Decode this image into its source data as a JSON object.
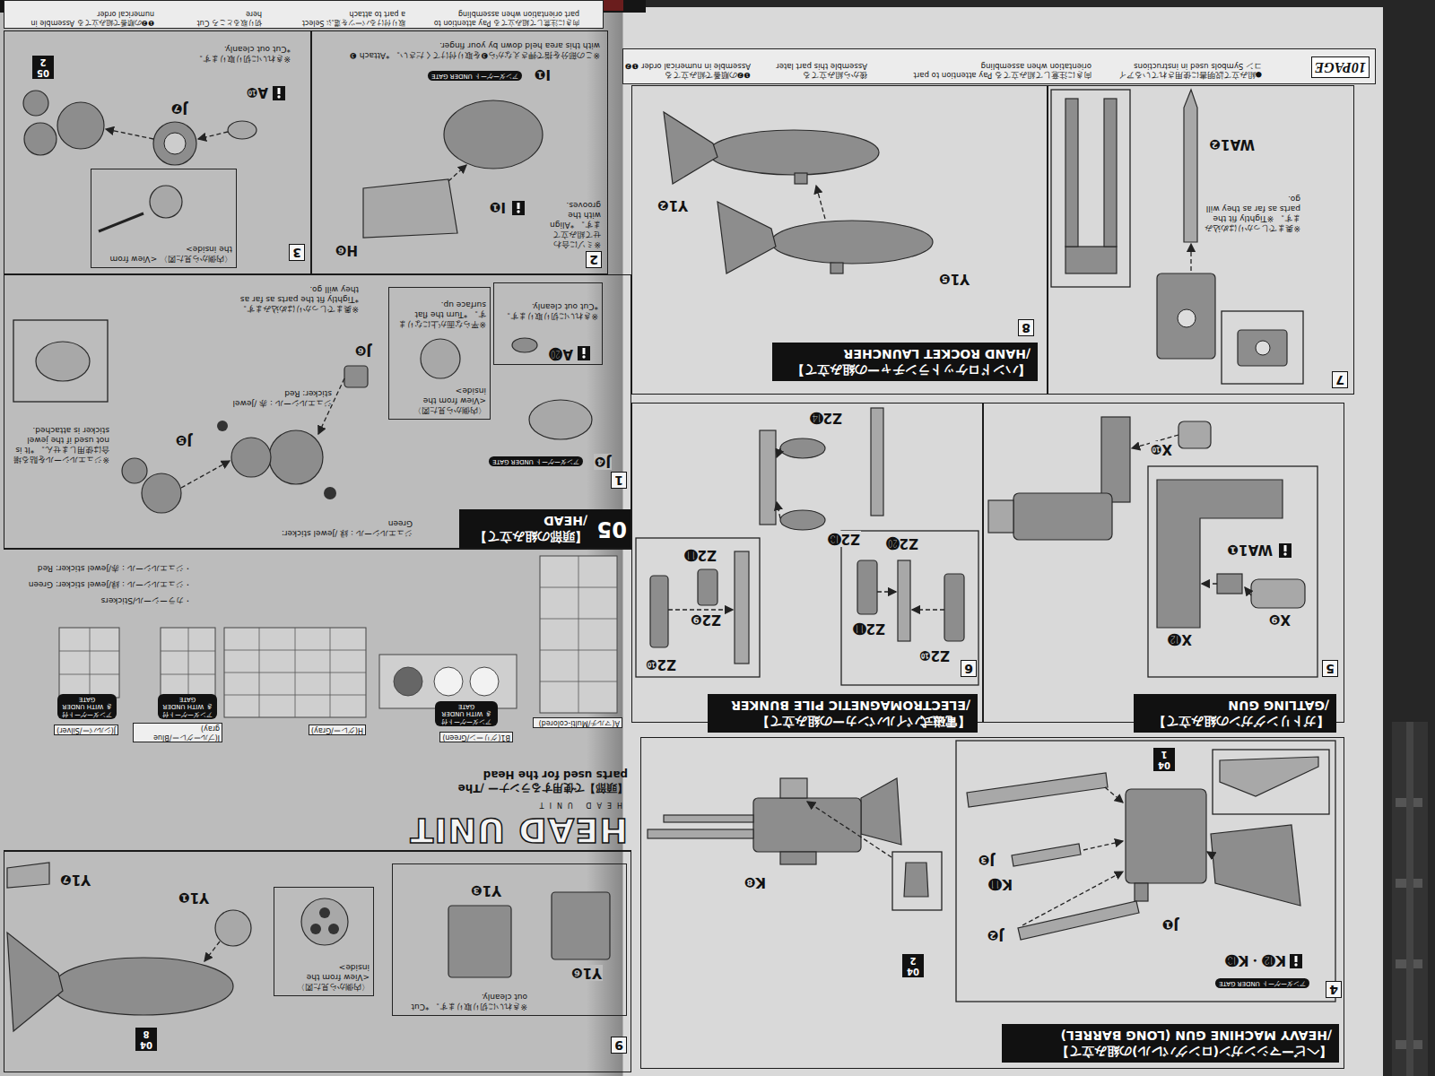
{
  "diagram": {
    "nodes": [
      {
        "text": [
          "4",
          "【ヘビーマシンガン(ロングバレル)の組み立て】 /HEAVY MACHINE GUN (LONG BARREL)"
        ]
      },
      {
        "text": [
          "5",
          "【ガトリングガンの組み立て】 /GATLING GUN"
        ]
      },
      {
        "text": [
          "6",
          "【電磁式パイルバンカーの組み立て】 /ELECTROMAGNETIC PILE BUNKER"
        ]
      },
      {
        "text": [
          "7"
        ]
      },
      {
        "text": [
          "8",
          "【ハンドロケットランチャーの組み立て】 /HAND ROCKET LAUNCHER"
        ]
      },
      {
        "text": [
          "10PAGE",
          "●組み立て説明書に使用されているアイコン Symbols used in instructions",
          "向きに注意して組み立てる Pay attention to part orientation when assembling",
          "後から組み立てる Assemble this part later",
          "❶❷の順番で組み立てる Assemble in numerical order ❶❷"
        ]
      },
      {
        "text": [
          "9"
        ]
      },
      {
        "text": [
          "※きれいに切り取ります。 *Cut out cleanly."
        ],
        "in": 6
      },
      {
        "text": [
          "〈内側から見た図〉 <View from the inside>"
        ],
        "in": 6
      },
      {
        "text": [
          "HEAD UNIT",
          "HEAD UNIT",
          "【頭部】で使用するランナー /The parts used for the Head"
        ]
      },
      {
        "text": [
          "05",
          "【頭部の組み立て】 /HEAD",
          "1"
        ]
      },
      {
        "text": [
          "※きれいに切り取ります。 *Cut out cleanly."
        ],
        "in": 10
      },
      {
        "text": [
          "〈内側から見た図〉 <View from the inside>",
          "※平らな面が上になります。 *Turn the flat surface up."
        ],
        "in": 10
      },
      {
        "text": [
          "2",
          "※この部分を指で押さえながら❸を取り付けてください。 *Attach ❸ with this area held down by your finger."
        ]
      },
      {
        "text": [
          "3",
          "※きれいに切り取ります。 *Cut out cleanly."
        ]
      },
      {
        "text": [
          "〈内側から見た図〉 <View from the inside>"
        ],
        "in": 14
      },
      {
        "text": [
          "向きに注意して組み立てる Pay attention to part orientation when assembling",
          "取り付けるパーツを選ぶ Select a part to attach",
          "切り取るところ Cut here",
          "❶❷の順番で組み立てる Assemble in numerical order"
        ]
      }
    ],
    "labels": [
      "アンダーゲート UNDER GATE",
      "K⓬・K⓭",
      "J❶",
      "J❷",
      "K⓫",
      "J❸",
      "04 1",
      "04 2",
      "K❽",
      "X❾",
      "WA1❶",
      "X⓬",
      "X❿",
      "Z2❿",
      "Z2⓫",
      "Z2⓴",
      "Z2⓭",
      "Z2⓮",
      "Z2❿",
      "Z2❾",
      "Z2⓫",
      "WA1❷",
      "※奥までしっかりはめ込みます。 ※Tightly fit the parts as far as they will go.",
      "Y1❺",
      "Y1❷",
      "04 8",
      "Y1❶",
      "Y1❼",
      "Y1❸",
      "Y1❻",
      "A(マルチ/Multi-colored)",
      "B1(グリーン/Green)",
      "アンダーゲート付き WITH UNDER GATE",
      "H(グレー/Gray)",
      "I(ブルーグレー/Blue gray)",
      "アンダーゲート付き WITH UNDER GATE",
      "J(シルバー/Silver)",
      "アンダーゲート付き WITH UNDER GATE",
      "・カラーシール/Stickers",
      "・ジュエルシール：緑/Jewel sticker: Green",
      "・ジュエルシール：赤/Jewel sticker: Red",
      "J❹",
      "アンダーゲート UNDER GATE",
      "A⓴",
      "J❻",
      "J❺",
      "ジュエルシール：緑 /Jewel sticker: Green",
      "ジュエルシール：赤 /Jewel sticker: Red",
      "※奥までしっかりはめ込みます。 *Tightly fit the parts as far as they will go.",
      "※ジュエルシールを貼る場合は使用しません。 *It is not used if the jewel sticker is attached.",
      "アンダーゲート UNDER GATE",
      "I❶",
      "※ミゾに合わせて組み立てます。 *Align with the grooves.",
      "I❶",
      "H❻",
      "A❿",
      "J❼",
      "05 2"
    ]
  }
}
